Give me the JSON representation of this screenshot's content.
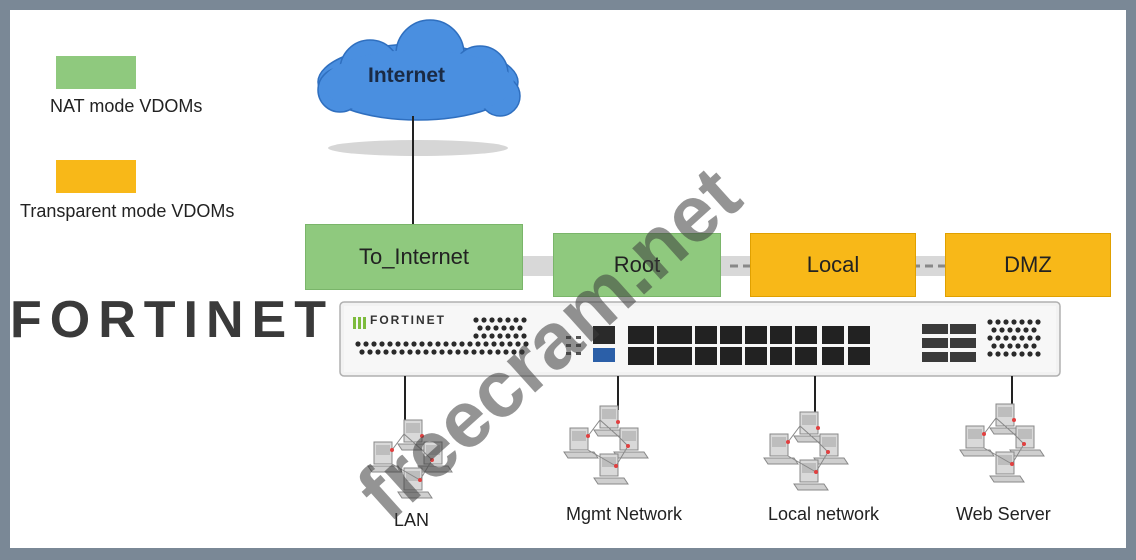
{
  "legend": {
    "nat_label": "NAT mode VDOMs",
    "transparent_label": "Transparent mode VDOMs"
  },
  "cloud_label": "Internet",
  "vdoms": {
    "to_internet": "To_Internet",
    "root": "Root",
    "local": "Local",
    "dmz": "DMZ"
  },
  "networks": {
    "lan": "LAN",
    "mgmt": "Mgmt Network",
    "local": "Local network",
    "web": "Web Server"
  },
  "brand": "FORTINET",
  "device_brand": "FORTINET",
  "watermark": "freecram.net",
  "colors": {
    "nat": "#8fc97e",
    "transparent": "#f8b818",
    "cloud": "#4a8fe0",
    "frame": "#7a8896"
  }
}
